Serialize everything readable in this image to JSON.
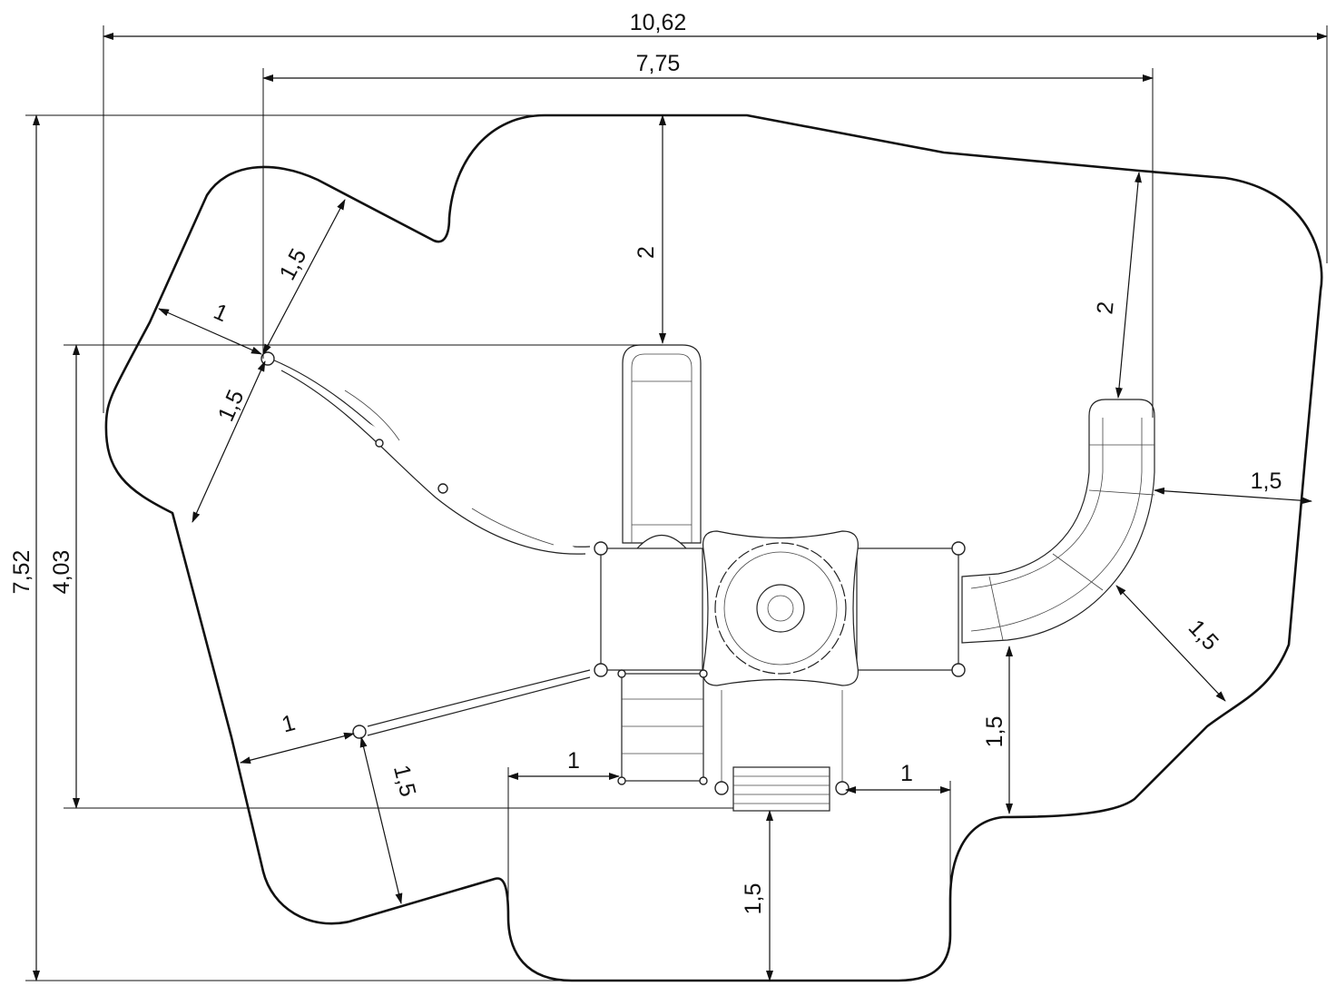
{
  "drawing": {
    "colors": {
      "line": "#111111",
      "background": "#ffffff"
    },
    "dimensions": {
      "overall_width": "10,62",
      "structure_width": "7,75",
      "overall_depth": "7,52",
      "structure_depth": "4,03",
      "top_clearance": "2",
      "slide_top_clearance": "2",
      "left_upper_diag": "1,5",
      "left_tip": "1",
      "left_lower_diag": "1,5",
      "slide_side": "1,5",
      "slide_curve": "1,5",
      "right_vertical": "1,5",
      "rope_side": "1",
      "rope_lower": "1,5",
      "ladder_side": "1",
      "bench_side": "1",
      "bottom_clearance": "1,5"
    },
    "components": [
      "straight-slide",
      "spiral-slide",
      "climbing-net",
      "rope-bridge",
      "platform-left",
      "platform-right",
      "roof-flower",
      "ladder",
      "bench"
    ]
  }
}
